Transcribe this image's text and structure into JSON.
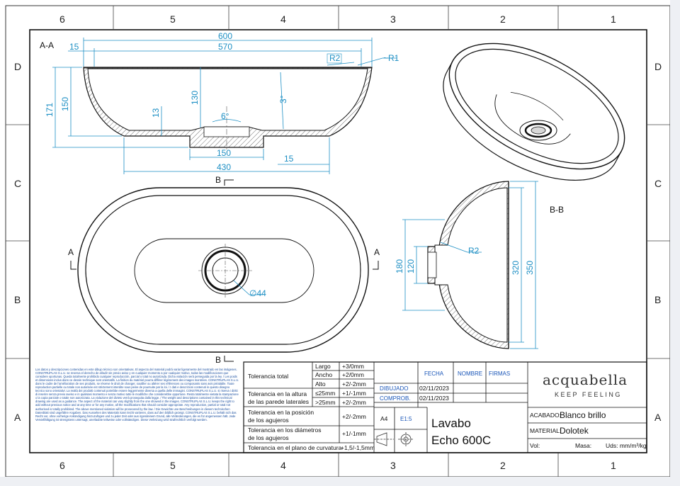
{
  "zones": {
    "columns": [
      "6",
      "5",
      "4",
      "3",
      "2",
      "1"
    ],
    "rows": [
      "D",
      "C",
      "B",
      "A"
    ]
  },
  "views": {
    "section_aa": "A-A",
    "section_bb": "B-B",
    "marker_a": "A",
    "marker_b": "B"
  },
  "dimensions": {
    "d600": "600",
    "d570": "570",
    "d15_top": "15",
    "r2_top": "R2",
    "r1": "~R1",
    "d171": "171",
    "d150_v": "150",
    "d130": "130",
    "d13": "13",
    "d6deg": "6°",
    "d3deg": "3°",
    "d150_h": "150",
    "d430": "430",
    "d15_bottom": "15",
    "d44": "∅44",
    "d180": "180",
    "d120": "120",
    "d320": "320",
    "d350": "350",
    "r2_side": "R2"
  },
  "legal_text": "Los datos y descripciones contenidas en este dibujo técnico son orientativas. El aspecto del material podrá variar ligeramente del mostrado en las imágenes. CONSTRUPLAS S.L.U. se reserva el derecho de añadir sin previo aviso y en cualquier momento a por cualquier motivo, todas las modificaciones que considere oportunas. Queda totalmente prohibido cualquier reproducción, parcial o total no autorizada. Dicha violación será perseguida por la ley. / Les poids et dimensions inclus dans ce dessin technique sont orientatifs. La finition du matériel pourra différer légèrement des images montrées. CONSTRUPLAS S.L.U. dans le cadre de l'amélioration de ses produits, se réserve le droit de changer, soutiller ou altérer ses références ou composants sans avis préalable. Toute reproduction partielle ou totale non autorisée est strictement interdite sous peine de poursuite par la loi. / I dati e descrizioni contenuti in questo disegno tecnico sono orientativi. La realtà dei prodotti contenuti potrebbe essere leggermente diversa a quella delle immagini. CONSTRUPLAS S.L.U. si riserva i diritti di inserire senza previo avviso e in qualsiasi momento e senza motivo tutte le modifiche che considerebbe opportune. Resta totalmente vietata la stampazione o la copia parziale o totale non autorizzata. La violazione del divieto verrà proseguita dalla legge. / The weight and descriptions contained in this technical drawing are used as a guidance. The aspect of the material can vary slightly from the one showed in the images. CONSTRUPLAS S.L.U. keeps the right to add without previous notice and at any time or for any motive, all the modifications that should consider appropriate. Any reproduction, partial or total not authorised is totally prohibited. The above mentioned violation will be prosecuted by the law. / Die Gewichte une Beschreibungen in diesem technischen Datenblatt sind ungefähre Angaben. Das Aussehen des Materials kann leicht variieren, dass auf den bildlich gezeigt. CONSTRUPLAS S.L.U. behält sich das Recht vor, ohne vorherige Ankündigung hinzuzufügen und zu jeder Zeit oder aus irgendeinem Grund, alle Veränderungen, die es für angemessen hält. Jede Vervielfältigung ist strengstens untersagt, unerlaubte teilweise oder vollständigen. Diese Verletzung wird strafrechtlich verfolgt werden.",
  "tolerances": {
    "tol_total": "Tolerancia total",
    "largo": "Largo",
    "largo_v": "+3/0mm",
    "ancho": "Ancho",
    "ancho_v": "+2/0mm",
    "alto": "Alto",
    "alto_v": "+2/-2mm",
    "altura_l1": "Tolerancia en la altura",
    "altura_l2": "de las parede laterales",
    "le25": "≤25mm",
    "le25_v": "+1/-1mm",
    "gt25": ">25mm",
    "gt25_v": "+2/-2mm",
    "pos_l1": "Tolerancia en la posición",
    "pos_l2": "de los agujeros",
    "pos_v": "+2/-2mm",
    "diam_l1": "Tolerancia en los diámetros",
    "diam_l2": "de los agujeros",
    "diam_v": "+1/-1mm",
    "curv": "Tolerancia en el plano de curvatura",
    "curv_v": "+1,5/-1,5mm"
  },
  "signoff": {
    "fecha": "FECHA",
    "nombre": "NOMBRE",
    "firmas": "FIRMAS",
    "dibujado": "DIBUJADO",
    "dibujado_date": "02/11/2023",
    "comprob": "COMPROB.",
    "comprob_date": "02/11/2023",
    "sheet_size": "A4",
    "scale": "E1:5"
  },
  "product": {
    "line1": "Lavabo",
    "line2": "Echo 600C"
  },
  "brand": {
    "name": "acquabella",
    "tagline": "KEEP FEELING"
  },
  "finish": {
    "acabado_label": "ACABADO:",
    "acabado": "Blanco brillo",
    "material_label": "MATERIAL:",
    "material": "Dolotek",
    "vol": "Vol:",
    "masa": "Masa:",
    "uds": "Uds: mm/m³/kg"
  },
  "colors": {
    "dimension": "#1d8fc4",
    "title_blue": "#1a56b8",
    "line": "#111111"
  }
}
